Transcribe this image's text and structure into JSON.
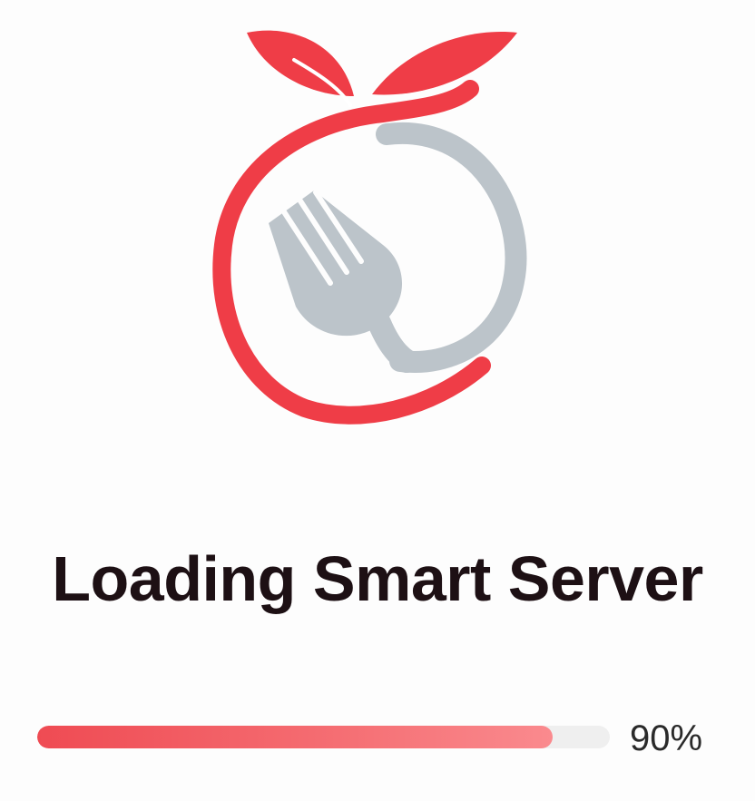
{
  "loading": {
    "title": "Loading Smart Server",
    "progress_percent": 90,
    "progress_label": "90%"
  },
  "logo": {
    "icon": "fork-apple-logo-icon",
    "primary_color": "#ef3d47",
    "secondary_color": "#bcc4ca"
  },
  "progress_bar": {
    "fill_color": "#f0555c",
    "track_color": "#efefef"
  }
}
